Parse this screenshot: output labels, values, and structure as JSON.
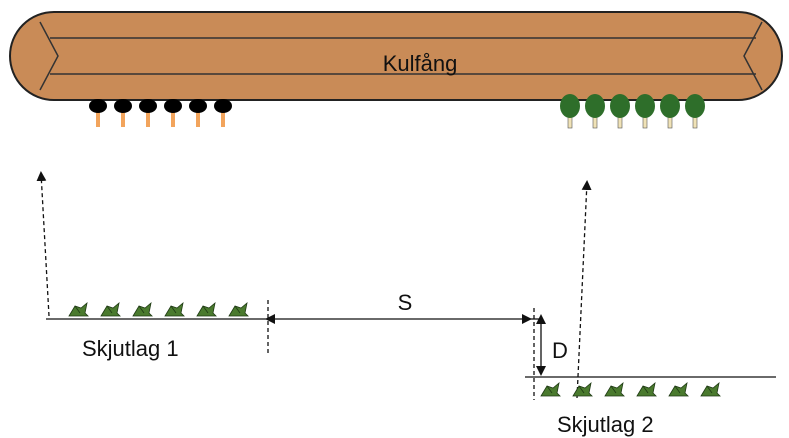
{
  "bank": {
    "label": "Kulfång",
    "color": "#c98b57",
    "stroke": "#222222"
  },
  "targets_left": {
    "count": 6,
    "color": "#000000",
    "post_color": "#f2a45c"
  },
  "targets_right": {
    "count": 6,
    "color": "#2e6e2a",
    "post_color": "#f0e2b6"
  },
  "team1": {
    "label": "Skjutlag 1",
    "shooters": 6,
    "shooter_color": "#4a7a2e"
  },
  "team2": {
    "label": "Skjutlag 2",
    "shooters": 6,
    "shooter_color": "#4a7a2e"
  },
  "distance_s": {
    "label": "S"
  },
  "distance_d": {
    "label": "D"
  }
}
